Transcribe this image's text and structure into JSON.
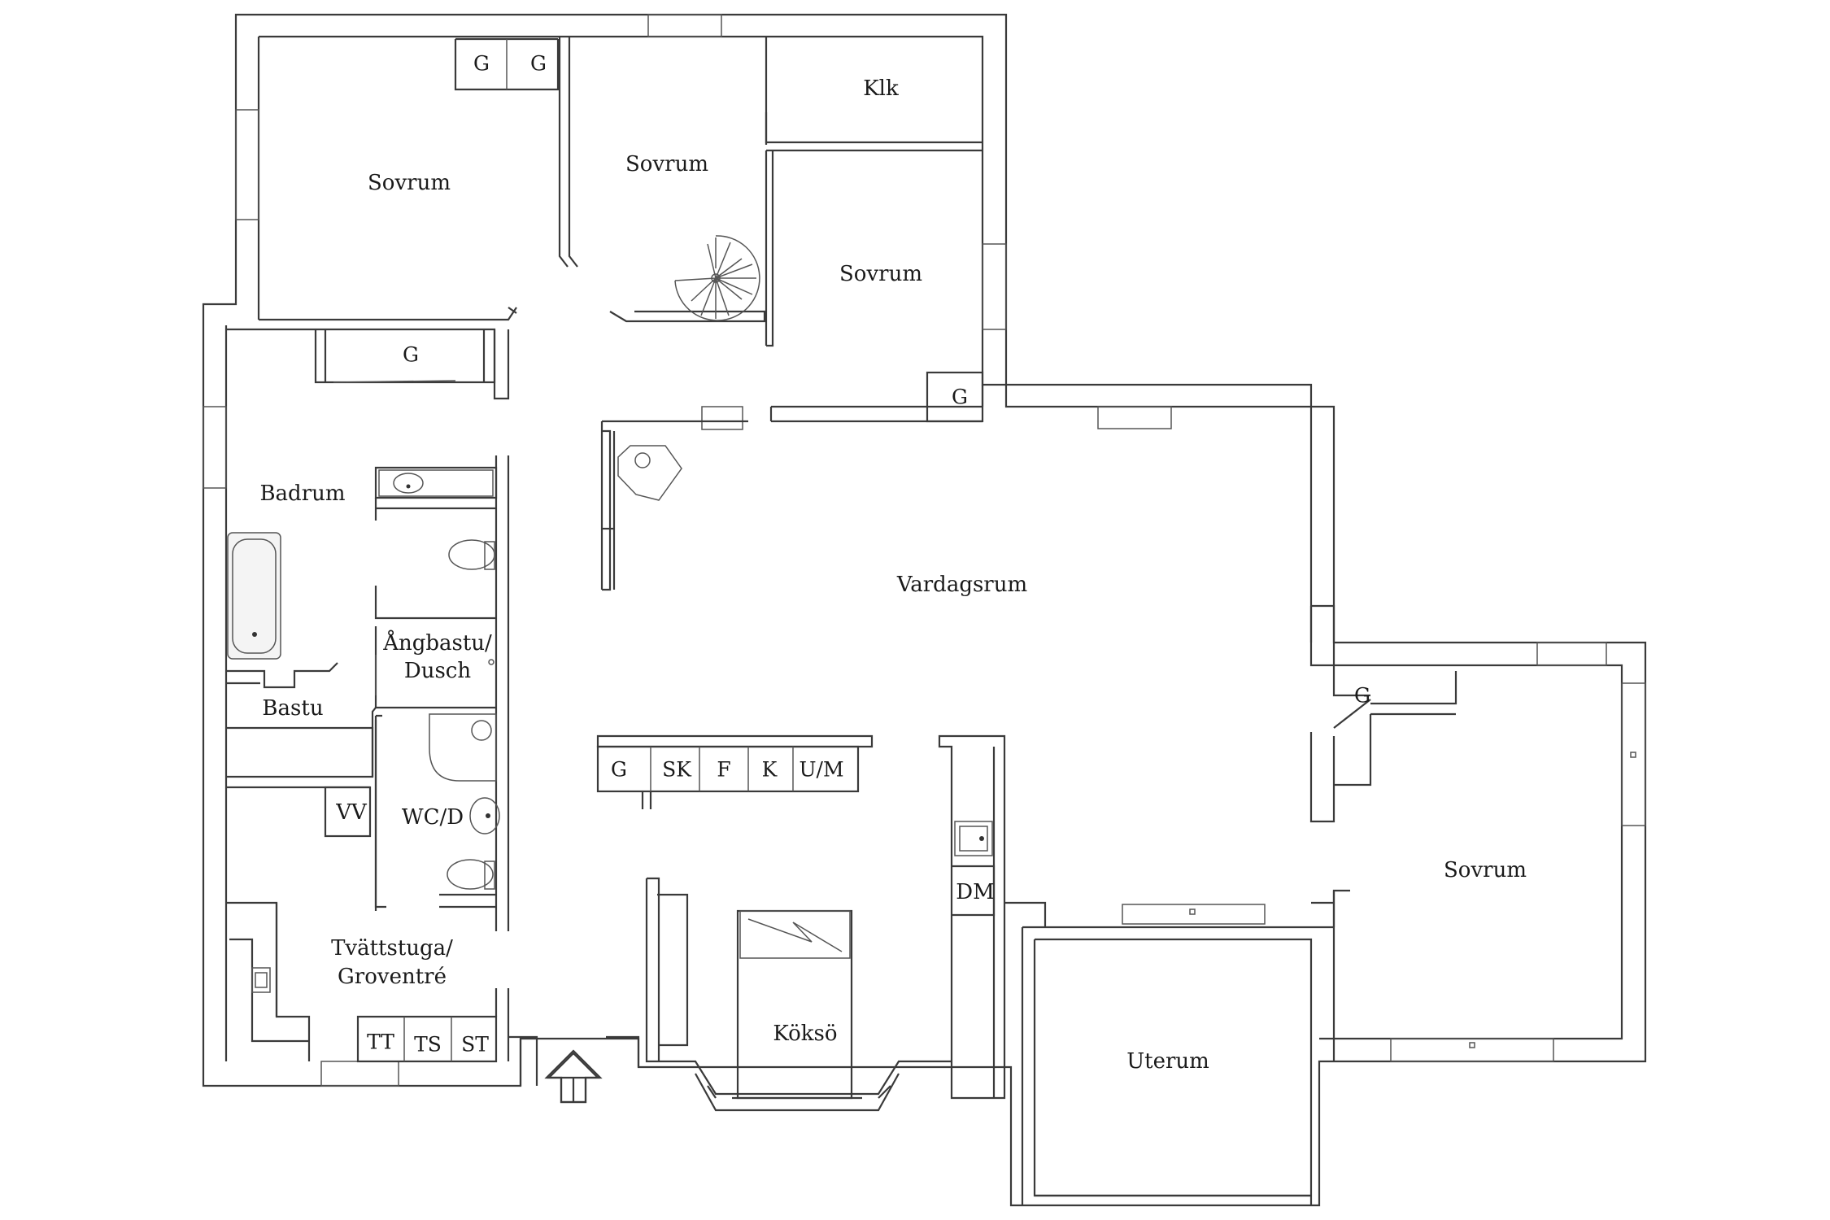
{
  "rooms": {
    "sovrum_nw": "Sovrum",
    "sovrum_n": "Sovrum",
    "klk": "Klk",
    "sovrum_ne": "Sovrum",
    "badrum": "Badrum",
    "angbastu": [
      "Ångbastu/",
      "Dusch"
    ],
    "bastu": "Bastu",
    "wcd": "WC/D",
    "vv": "VV",
    "tvattstuga": [
      "Tvättstuga/",
      "Groventré"
    ],
    "vardagsrum": "Vardagsrum",
    "kokso": "Köksö",
    "dm": "DM",
    "uterum": "Uterum",
    "sovrum_e": "Sovrum"
  },
  "storage": {
    "g1": "G",
    "g2": "G",
    "g_hall": "G",
    "g_ne": "G",
    "g_e": "G",
    "kitchen_row": [
      "G",
      "SK",
      "F",
      "K",
      "U/M"
    ],
    "laundry_row": [
      "TT",
      "TS",
      "ST"
    ]
  },
  "colors": {
    "wall": "#3a3a3a",
    "text": "#1a1a1a",
    "background": "#ffffff"
  }
}
